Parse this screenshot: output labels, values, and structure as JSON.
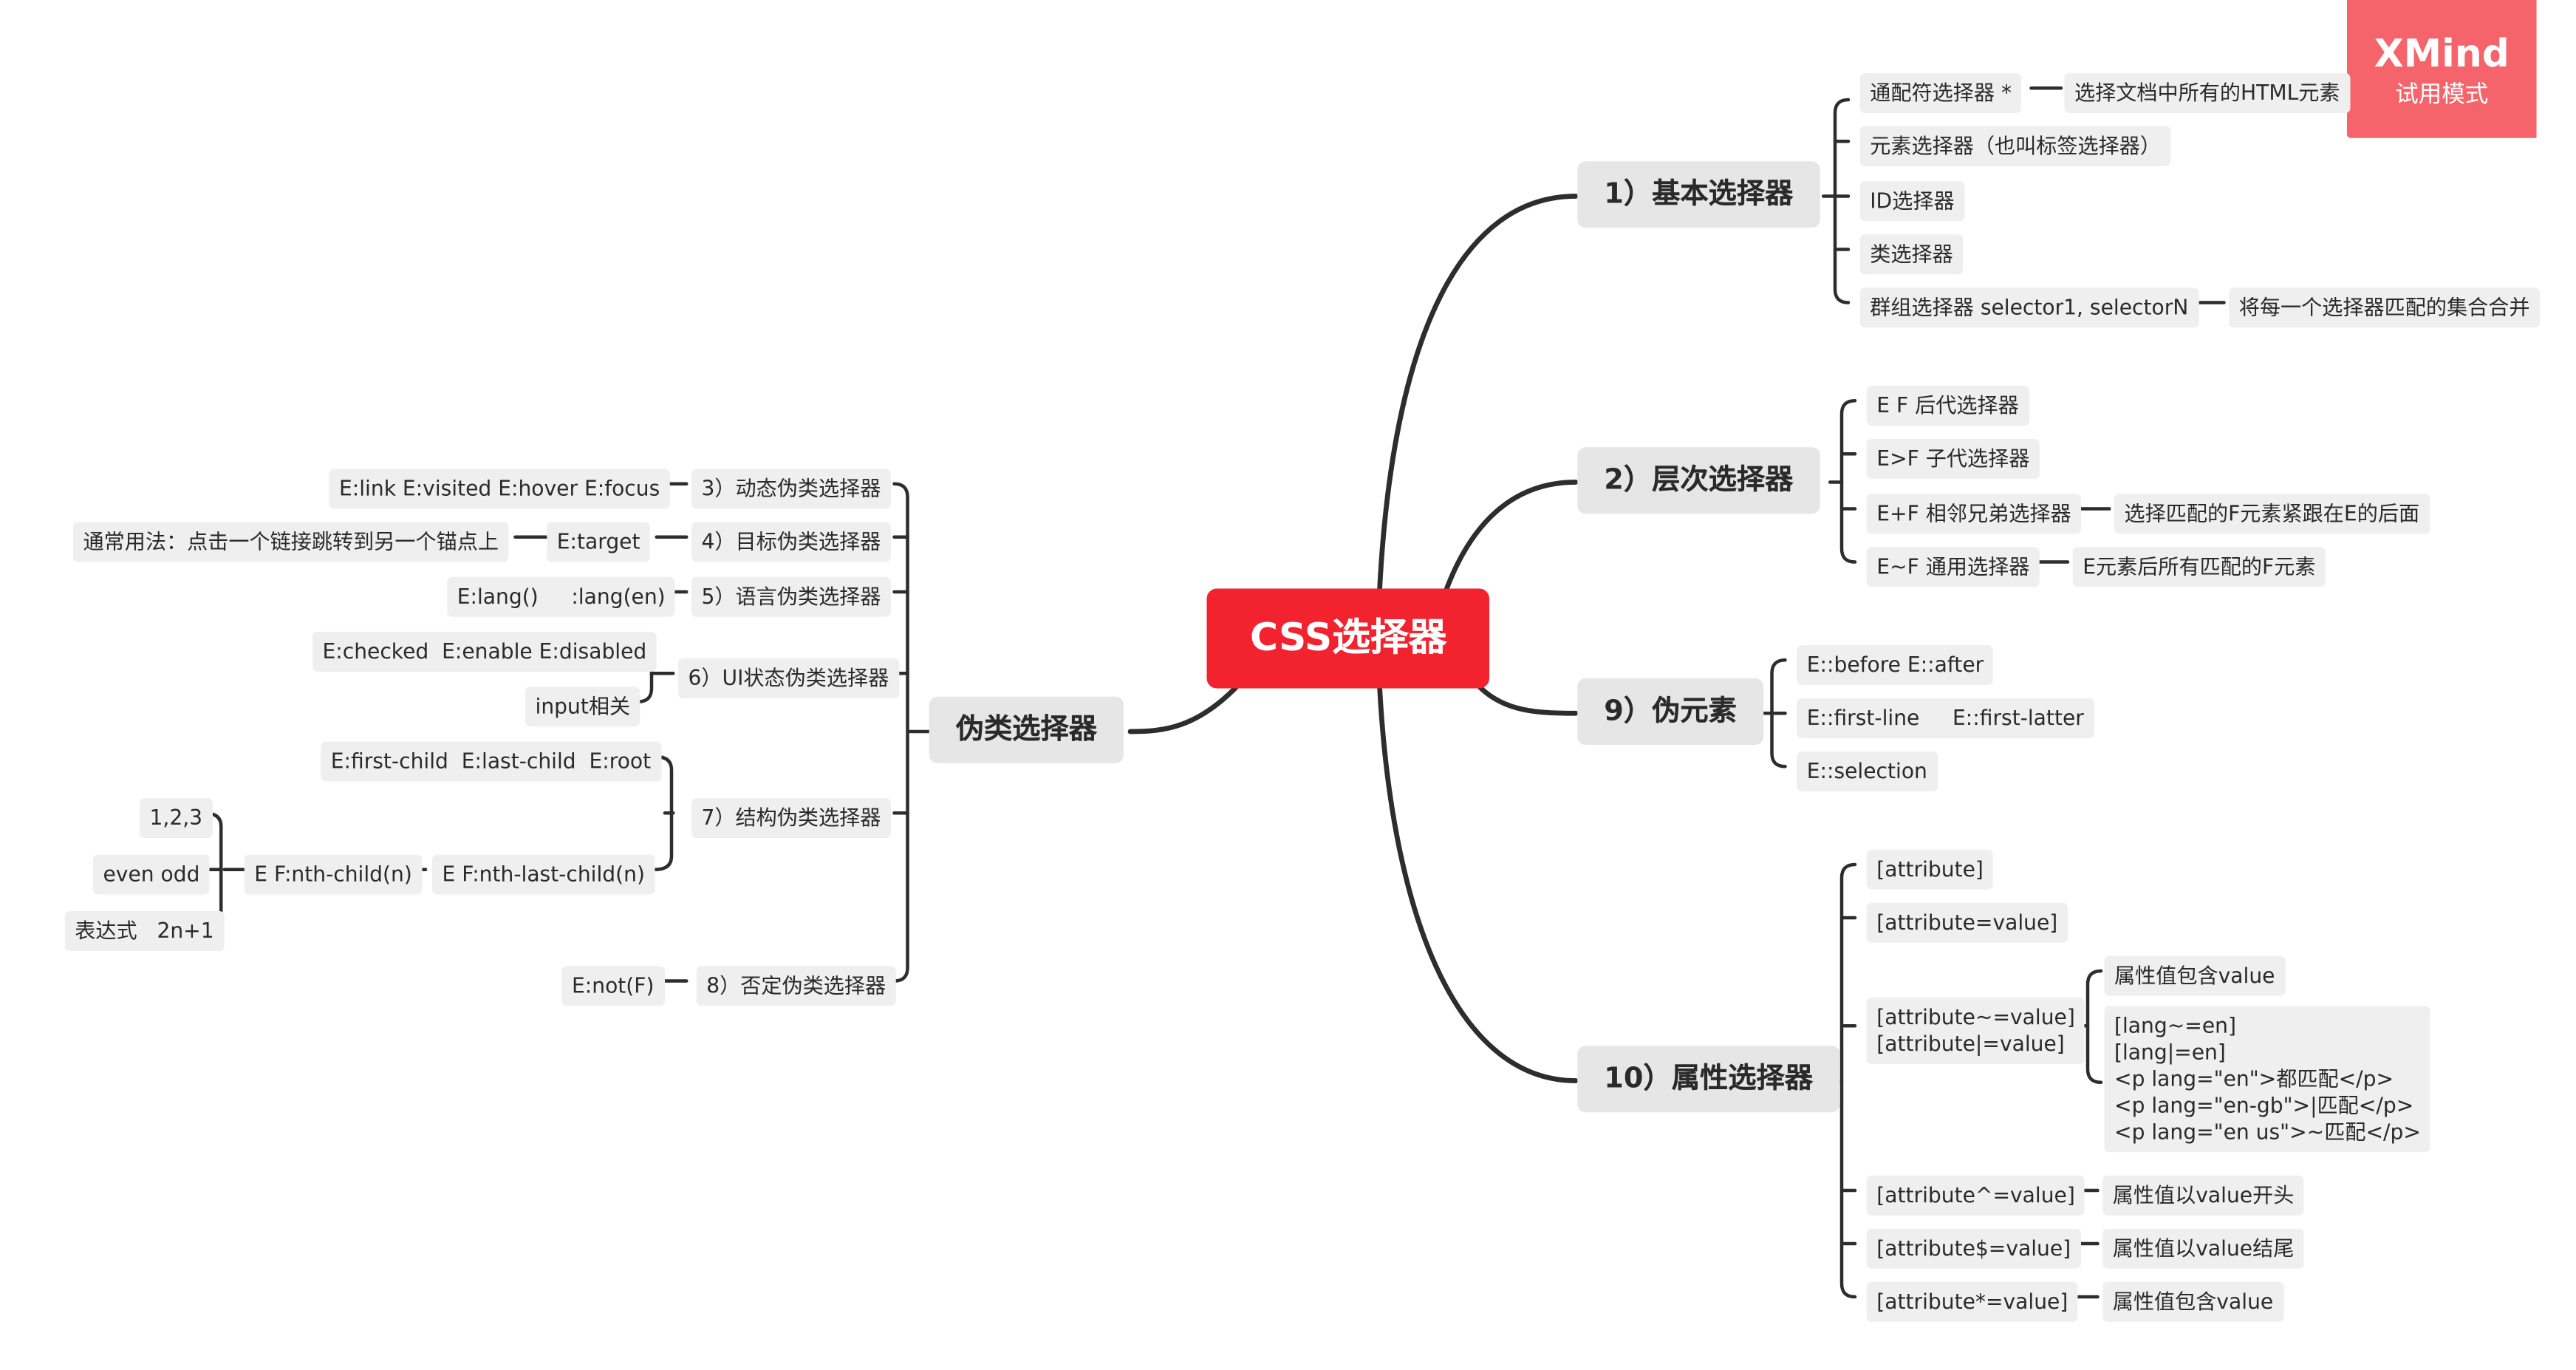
{
  "watermark": {
    "brand": "XMind",
    "mode": "试用模式"
  },
  "central": "CSS选择器",
  "branches": {
    "b1": {
      "title": "1）基本选择器",
      "items": [
        "通配符选择器 *",
        "元素选择器（也叫标签选择器）",
        "ID选择器",
        "类选择器",
        "群组选择器   selector1, selectorN"
      ],
      "notes": {
        "n0": "选择文档中所有的HTML元素",
        "n4": "将每一个选择器匹配的集合合并"
      }
    },
    "b2": {
      "title": "2）层次选择器",
      "items": [
        "E F 后代选择器",
        "E>F 子代选择器",
        "E+F 相邻兄弟选择器",
        "E~F 通用选择器"
      ],
      "notes": {
        "n2": "选择匹配的F元素紧跟在E的后面",
        "n3": "E元素后所有匹配的F元素"
      }
    },
    "b9": {
      "title": "9）伪元素",
      "items": [
        "E::before E::after",
        "E::first-line     E::first-latter",
        "E::selection"
      ]
    },
    "b10": {
      "title": "10）属性选择器",
      "items": [
        "[attribute]",
        "[attribute=value]",
        "[attribute~=value]\n[attribute|=value]",
        "[attribute^=value]",
        "[attribute$=value]",
        "[attribute*=value]"
      ],
      "sub_notes": {
        "contains": "属性值包含value",
        "example": "[lang~=en]\n[lang|=en]\n<p lang=\"en\">都匹配</p>\n<p lang=\"en-gb\">|匹配</p>\n<p lang=\"en us\">~匹配</p>"
      },
      "notes": {
        "n3": "属性值以value开头",
        "n4": "属性值以value结尾",
        "n5": "属性值包含value"
      }
    },
    "pseudo": {
      "title": "伪类选择器",
      "items": [
        "3）动态伪类选择器",
        "4）目标伪类选择器",
        "5）语言伪类选择器",
        "6）UI状态伪类选择器",
        "7）结构伪类选择器",
        "8）否定伪类选择器"
      ],
      "dynamic": "E:link E:visited E:hover E:focus",
      "target": "E:target",
      "target_note": "通常用法：点击一个链接跳转到另一个锚点上",
      "lang": "E:lang()     :lang(en)",
      "ui_states": "E:checked  E:enable E:disabled",
      "ui_input": "input相关",
      "struct_first": "E:first-child  E:last-child  E:root",
      "struct_nth_last": "E F:nth-last-child(n)",
      "struct_nth": "E F:nth-child(n)",
      "nth_examples": [
        "1,2,3",
        "even odd",
        "表达式   2n+1"
      ],
      "negation": "E:not(F)"
    }
  }
}
